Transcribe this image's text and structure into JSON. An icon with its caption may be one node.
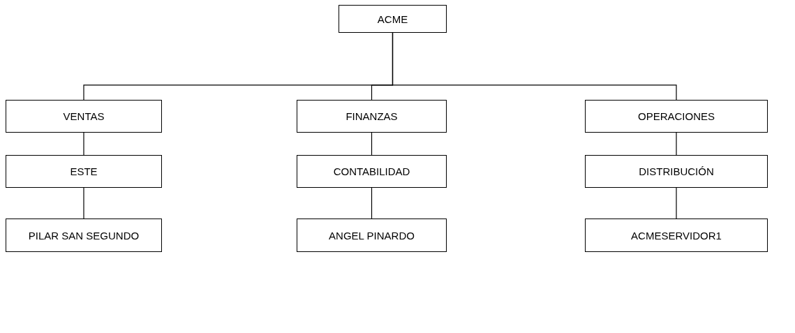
{
  "diagram": {
    "nodes": [
      {
        "text": [
          "ACME"
        ]
      },
      {
        "text": [
          "VENTAS"
        ]
      },
      {
        "text": [
          "FINANZAS"
        ]
      },
      {
        "text": [
          "OPERACIONES"
        ]
      },
      {
        "text": [
          "ESTE"
        ]
      },
      {
        "text": [
          "CONTABILIDAD"
        ]
      },
      {
        "text": [
          "DISTRIBUCIÓN"
        ]
      },
      {
        "text": [
          "PILAR SAN SEGUNDO"
        ]
      },
      {
        "text": [
          "ANGEL PINARDO"
        ]
      },
      {
        "text": [
          "ACMESERVIDOR1"
        ]
      }
    ],
    "edges": [
      {
        "from": 0,
        "to": 1,
        "arrow": "none"
      },
      {
        "from": 0,
        "to": 2,
        "arrow": "none"
      },
      {
        "from": 0,
        "to": 3,
        "arrow": "none"
      },
      {
        "from": 1,
        "to": 4,
        "arrow": "none"
      },
      {
        "from": 2,
        "to": 5,
        "arrow": "none"
      },
      {
        "from": 3,
        "to": 6,
        "arrow": "none"
      },
      {
        "from": 4,
        "to": 7,
        "arrow": "none"
      },
      {
        "from": 5,
        "to": 8,
        "arrow": "none"
      },
      {
        "from": 6,
        "to": 9,
        "arrow": "none"
      }
    ]
  }
}
